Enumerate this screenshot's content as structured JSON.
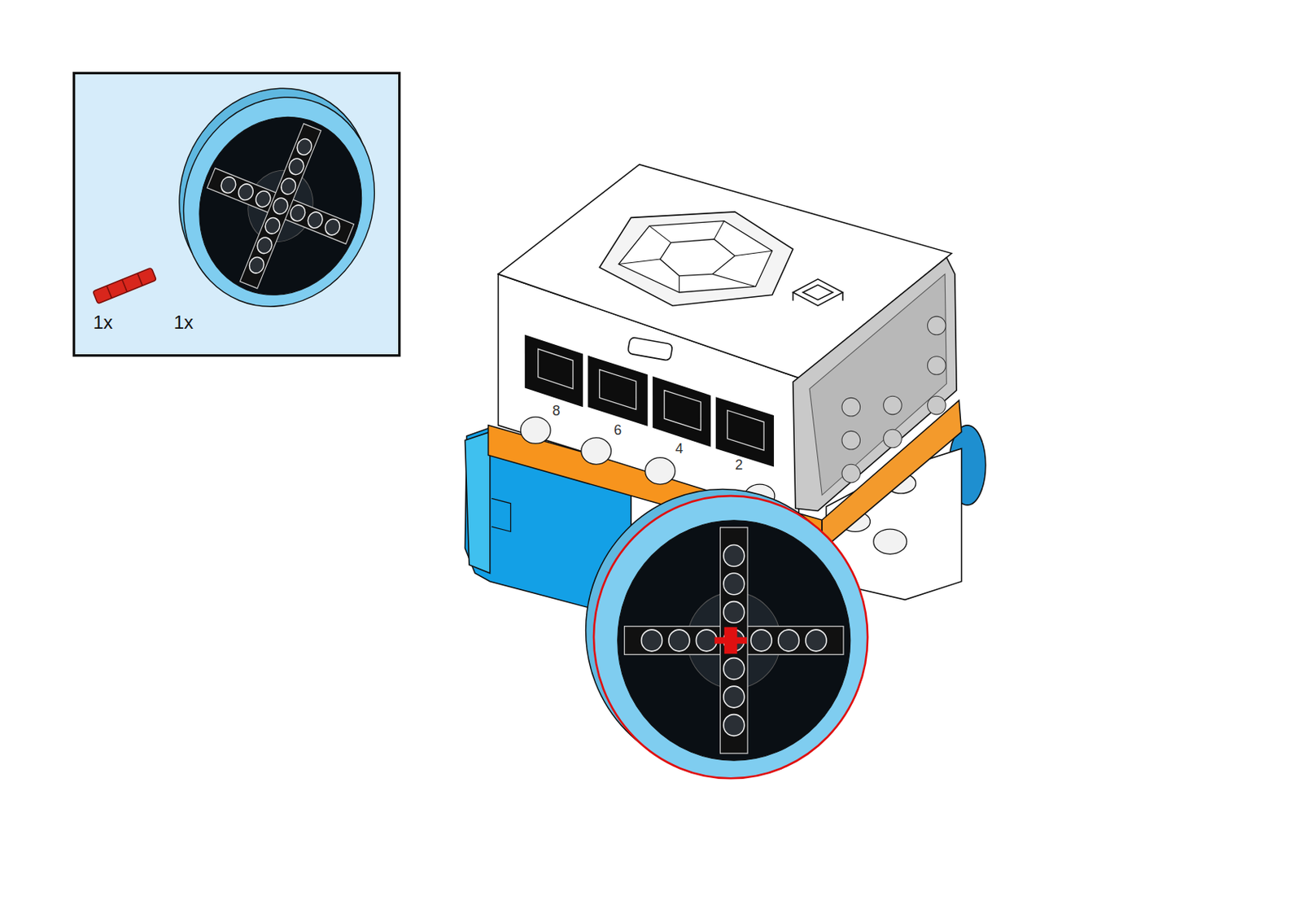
{
  "diagram": {
    "labels": [
      "1x",
      "1x",
      "8",
      "6",
      "4",
      "2"
    ]
  }
}
